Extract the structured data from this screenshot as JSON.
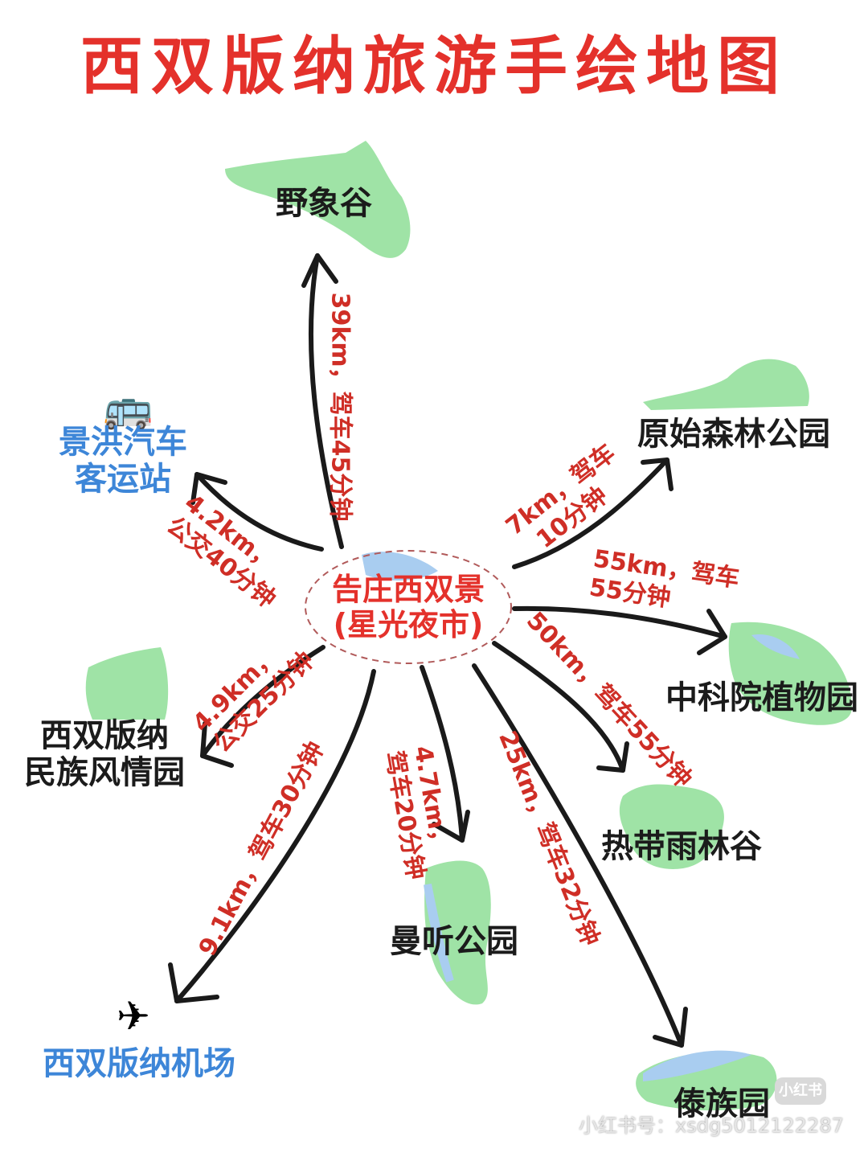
{
  "title": "西双版纳旅游手绘地图",
  "center": {
    "line1": "告庄西双景",
    "line2": "(星光夜市)"
  },
  "places": {
    "yexianggu": "野象谷",
    "yuanshi": "原始森林公园",
    "bus_line1": "景洪汽车",
    "bus_line2": "客运站",
    "zhongkeyuan": "中科院植物园",
    "minzu_line1": "西双版纳",
    "minzu_line2": "民族风情园",
    "redai": "热带雨林谷",
    "manting": "曼听公园",
    "airport": "西双版纳机场",
    "daizu": "傣族园"
  },
  "routes": {
    "yexianggu": "39km，驾车45分钟",
    "yuanshi_line1": "7km，驾车",
    "yuanshi_line2": "10分钟",
    "bus_line1": "4.2km，",
    "bus_line2": "公交40分钟",
    "zhongkeyuan_line1": "55km，驾车",
    "zhongkeyuan_line2": "55分钟",
    "minzu_line1": "4.9km，",
    "minzu_line2": "公交25分钟",
    "redai": "50km，驾车55分钟",
    "manting_line1": "4.7km，",
    "manting_line2": "驾车20分钟",
    "airport": "9.1km，驾车30分钟",
    "daizu": "25km，驾车32分钟"
  },
  "icons": {
    "bus": "bus-icon",
    "airplane": "airplane-icon"
  },
  "watermark": {
    "logo": "小红书",
    "text": "小红书号：xsdg5012122287"
  },
  "colors": {
    "title": "#e4312b",
    "route_text": "#cf2e26",
    "land": "#9fe3a6",
    "water": "#a9cdf0",
    "blue_label": "#3d86d8",
    "arrow": "#1a1a1a"
  }
}
